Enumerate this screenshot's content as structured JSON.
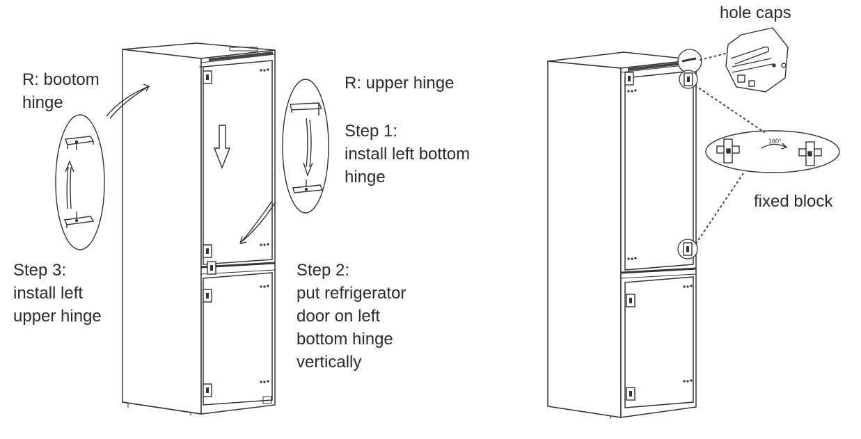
{
  "labels": {
    "r_bottom_hinge": [
      "R: bootom",
      "hinge"
    ],
    "r_upper_hinge": [
      "R: upper hinge"
    ],
    "step1": [
      "Step 1:",
      "install left bottom",
      "hinge"
    ],
    "step2": [
      "Step 2:",
      "put refrigerator",
      "door on left",
      "bottom hinge",
      "vertically"
    ],
    "step3": [
      "Step 3:",
      "install left",
      "upper hinge"
    ],
    "hole_caps": [
      "hole caps"
    ],
    "fixed_block": [
      "fixed block"
    ],
    "rotation": "180°"
  }
}
